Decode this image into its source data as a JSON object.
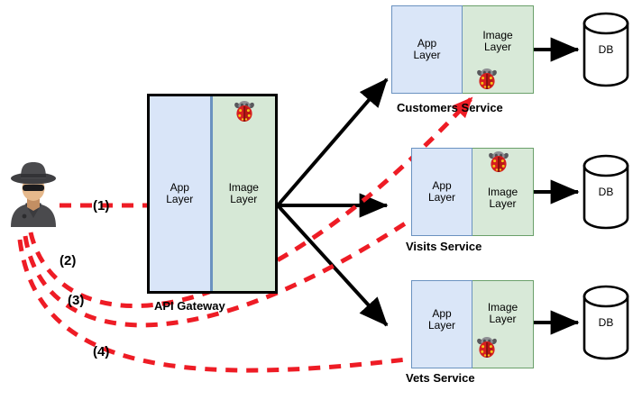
{
  "diagram": {
    "title": "API Gateway microservice attack-path diagram",
    "background_color": "#ffffff",
    "colors": {
      "app_layer_fill": "#d9e5f8",
      "app_layer_border": "#6a92c0",
      "image_layer_fill": "#d6e8d6",
      "image_layer_border": "#6aa06a",
      "flow_arrow": "#000000",
      "attack_path": "#ee1c25",
      "gateway_border": "#000000"
    }
  },
  "actor": {
    "name": "attacker",
    "icon": "hacker-icon"
  },
  "gateway": {
    "label": "API Gateway",
    "app_layer": "App\nLayer",
    "app_layer_line1": "App",
    "app_layer_line2": "Layer",
    "image_layer_line1": "Image",
    "image_layer_line2": "Layer",
    "bug_icon": "bug-icon"
  },
  "services": [
    {
      "label": "Customers Service",
      "app_layer_line1": "App",
      "app_layer_line2": "Layer",
      "image_layer_line1": "Image",
      "image_layer_line2": "Layer",
      "bug_icon": "bug-icon",
      "database": "DB"
    },
    {
      "label": "Visits Service",
      "app_layer_line1": "App",
      "app_layer_line2": "Layer",
      "image_layer_line1": "Image",
      "image_layer_line2": "Layer",
      "bug_icon": "bug-icon",
      "database": "DB"
    },
    {
      "label": "Vets Service",
      "app_layer_line1": "App",
      "app_layer_line2": "Layer",
      "image_layer_line1": "Image",
      "image_layer_line2": "Layer",
      "bug_icon": "bug-icon",
      "database": "DB"
    }
  ],
  "steps": [
    {
      "id": "1",
      "label": "(1)"
    },
    {
      "id": "2",
      "label": "(2)"
    },
    {
      "id": "3",
      "label": "(3)"
    },
    {
      "id": "4",
      "label": "(4)"
    }
  ]
}
